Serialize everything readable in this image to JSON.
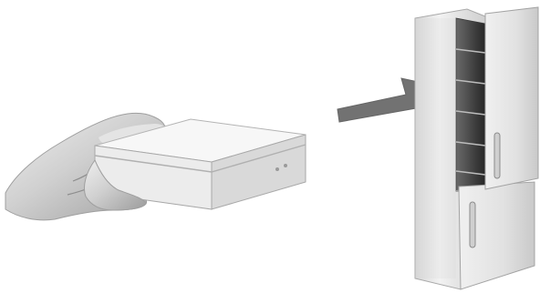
{
  "colors": {
    "background": "#ffffff",
    "arrow": "#707070",
    "box_top": "#f6f6f6",
    "box_front": "#ececec",
    "box_side": "#d9d9d9",
    "hand": "#d6d6d6",
    "hand_shadow": "#a9a9a9",
    "fridge_body": "#e6e6e6",
    "fridge_dark": "#3a3a3a",
    "fridge_edge": "#b7b7b7"
  },
  "icons": {
    "hand": "hand-holding-box",
    "box": "cardboard-box",
    "arrow": "arrow-right",
    "fridge": "fridge-open-door"
  }
}
